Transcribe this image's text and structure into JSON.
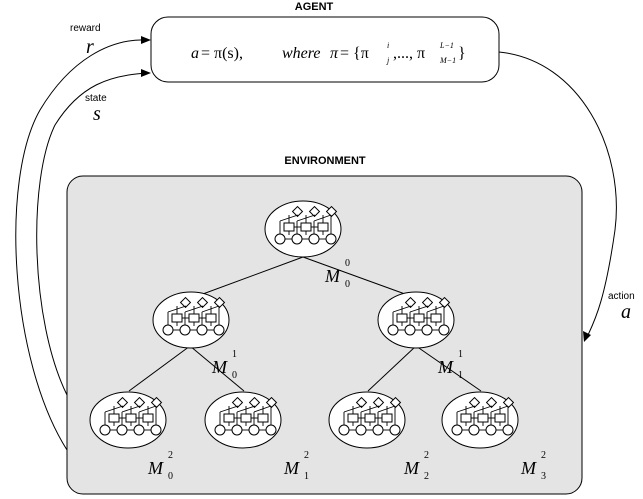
{
  "agent": {
    "title": "AGENT",
    "formula": {
      "a_lhs": "a",
      "eq1": " = π(s),",
      "where": "where",
      "pi": "π",
      "eq2": " = {π",
      "sub_j": "j",
      "sup_i": "i",
      "dots": ",..., π",
      "sub_m": "M−1",
      "sup_l": "L−1",
      "close": "}"
    }
  },
  "environment": {
    "title": "ENVIRONMENT"
  },
  "signals": {
    "reward_word": "reward",
    "reward_symbol": "r",
    "state_word": "state",
    "state_symbol": "s",
    "action_word": "action",
    "action_symbol": "a"
  },
  "tree": {
    "nodes": [
      {
        "id": "root",
        "label": "M",
        "sub": "0",
        "sup": "0"
      },
      {
        "id": "l1-0",
        "label": "M",
        "sub": "0",
        "sup": "1"
      },
      {
        "id": "l1-1",
        "label": "M",
        "sub": "1",
        "sup": "1"
      },
      {
        "id": "l2-0",
        "label": "M",
        "sub": "0",
        "sup": "2"
      },
      {
        "id": "l2-1",
        "label": "M",
        "sub": "1",
        "sup": "2"
      },
      {
        "id": "l2-2",
        "label": "M",
        "sub": "2",
        "sup": "2"
      },
      {
        "id": "l2-3",
        "label": "M",
        "sub": "3",
        "sup": "2"
      }
    ]
  }
}
